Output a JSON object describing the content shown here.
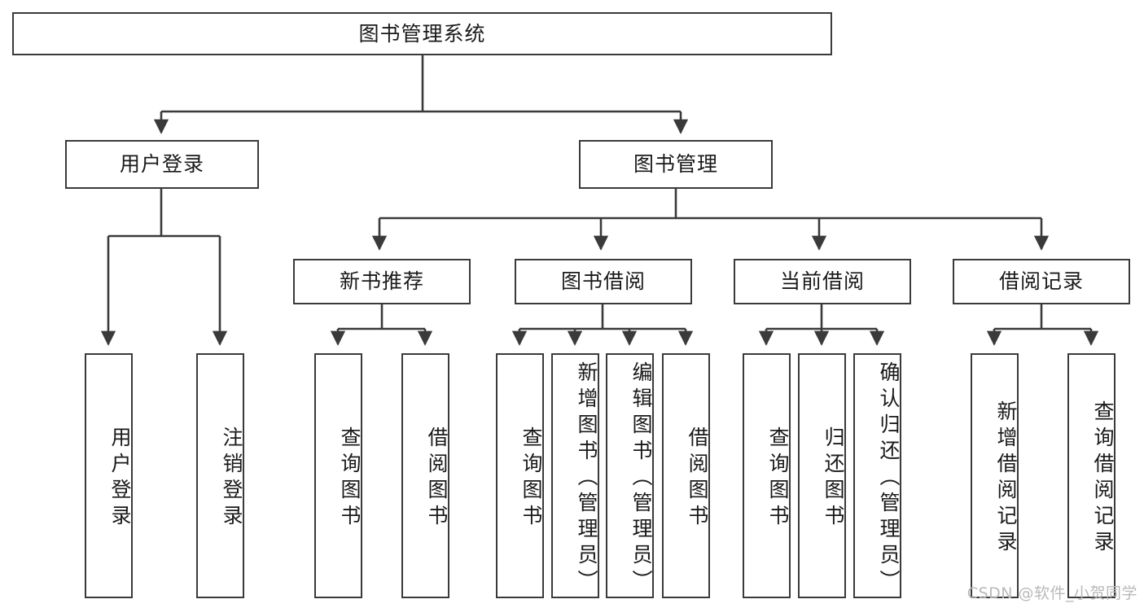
{
  "diagram": {
    "title": "图书管理系统",
    "root": {
      "id": "root",
      "label": "图书管理系统",
      "orientation": "horizontal"
    },
    "level2": [
      {
        "id": "user-login",
        "label": "用户登录",
        "orientation": "horizontal"
      },
      {
        "id": "book-management",
        "label": "图书管理",
        "orientation": "horizontal"
      }
    ],
    "level3": [
      {
        "id": "new-book-recommend",
        "label": "新书推荐",
        "orientation": "horizontal",
        "parent": "book-management"
      },
      {
        "id": "book-borrow",
        "label": "图书借阅",
        "orientation": "horizontal",
        "parent": "book-management"
      },
      {
        "id": "current-borrow",
        "label": "当前借阅",
        "orientation": "horizontal",
        "parent": "book-management"
      },
      {
        "id": "borrow-record",
        "label": "借阅记录",
        "orientation": "horizontal",
        "parent": "book-management"
      }
    ],
    "leaves": [
      {
        "id": "leaf-user-login",
        "label": "用户登录",
        "orientation": "vertical",
        "parent": "user-login"
      },
      {
        "id": "leaf-user-logout",
        "label": "注销登录",
        "orientation": "vertical",
        "parent": "user-login"
      },
      {
        "id": "leaf-query-book-1",
        "label": "查询图书",
        "orientation": "vertical",
        "parent": "new-book-recommend"
      },
      {
        "id": "leaf-borrow-book-1",
        "label": "借阅图书",
        "orientation": "vertical",
        "parent": "new-book-recommend"
      },
      {
        "id": "leaf-query-book-2",
        "label": "查询图书",
        "orientation": "vertical",
        "parent": "book-borrow"
      },
      {
        "id": "leaf-add-book",
        "label": "新增图书（管理员）",
        "orientation": "vertical",
        "parent": "book-borrow"
      },
      {
        "id": "leaf-edit-book",
        "label": "编辑图书（管理员）",
        "orientation": "vertical",
        "parent": "book-borrow"
      },
      {
        "id": "leaf-borrow-book-2",
        "label": "借阅图书",
        "orientation": "vertical",
        "parent": "book-borrow"
      },
      {
        "id": "leaf-query-book-3",
        "label": "查询图书",
        "orientation": "vertical",
        "parent": "current-borrow"
      },
      {
        "id": "leaf-return-book",
        "label": "归还图书",
        "orientation": "vertical",
        "parent": "current-borrow"
      },
      {
        "id": "leaf-confirm-return",
        "label": "确认归还（管理员）",
        "orientation": "vertical",
        "parent": "current-borrow"
      },
      {
        "id": "leaf-add-record",
        "label": "新增借阅记录",
        "orientation": "vertical",
        "parent": "borrow-record"
      },
      {
        "id": "leaf-query-record",
        "label": "查询借阅记录",
        "orientation": "vertical",
        "parent": "borrow-record"
      }
    ],
    "colors": {
      "stroke": "#3a3a3a",
      "background": "#ffffff",
      "text": "#1a1a1a",
      "watermark": "#b9b9b9"
    }
  },
  "watermark": {
    "text": "CSDN @软件_小贺同学"
  }
}
